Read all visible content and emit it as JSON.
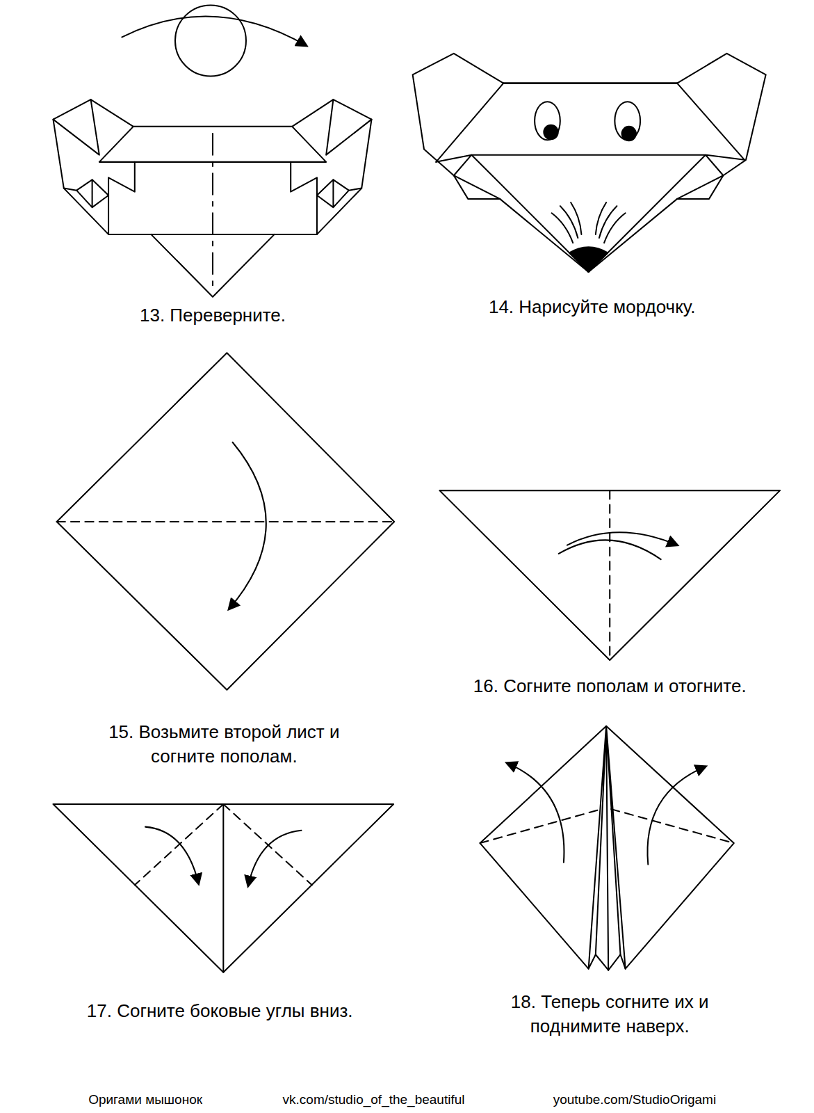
{
  "diagram": {
    "labels": [
      "13. Переверните.",
      "14. Нарисуйте мордочку.",
      "15. Возьмите второй лист и согните пополам.",
      "16. Согните пополам и отогните.",
      "17. Согните боковые углы вниз.",
      "18. Теперь согните их и поднимите наверх.",
      "Оригами мышонок",
      "vk.com/studio_of_the_beautiful",
      "youtube.com/StudioOrigami"
    ]
  }
}
